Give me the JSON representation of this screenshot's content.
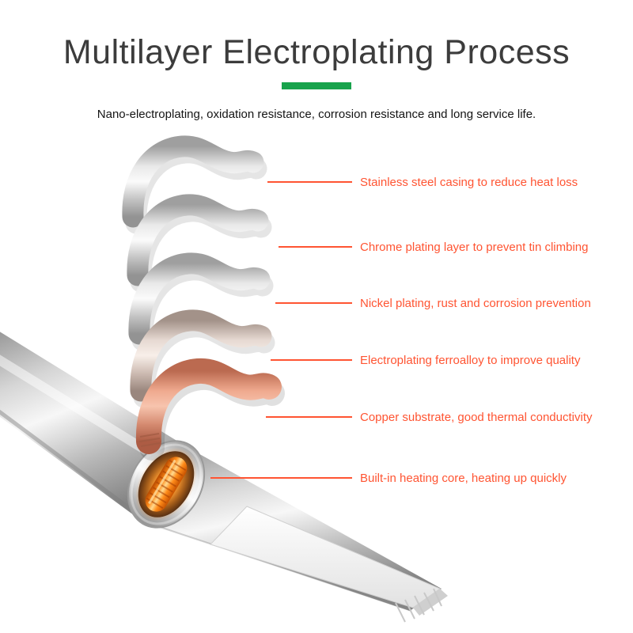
{
  "header": {
    "title": "Multilayer Electroplating Process",
    "subtitle": "Nano-electroplating, oxidation resistance, corrosion resistance and long service life."
  },
  "diagram": {
    "labels": [
      {
        "text": "Stainless steel casing to reduce heat loss"
      },
      {
        "text": "Chrome plating layer to prevent tin climbing"
      },
      {
        "text": "Nickel plating, rust and corrosion prevention"
      },
      {
        "text": "Electroplating ferroalloy to improve quality"
      },
      {
        "text": "Copper substrate, good thermal conductivity"
      },
      {
        "text": "Built-in heating core, heating up quickly"
      }
    ],
    "colors": {
      "accent_green": "#18a34c",
      "label_orange": "#ff5432",
      "copper": "#d68c72",
      "metal_silver": "#d9d9d9",
      "core_orange": "#ff8c1a"
    }
  }
}
